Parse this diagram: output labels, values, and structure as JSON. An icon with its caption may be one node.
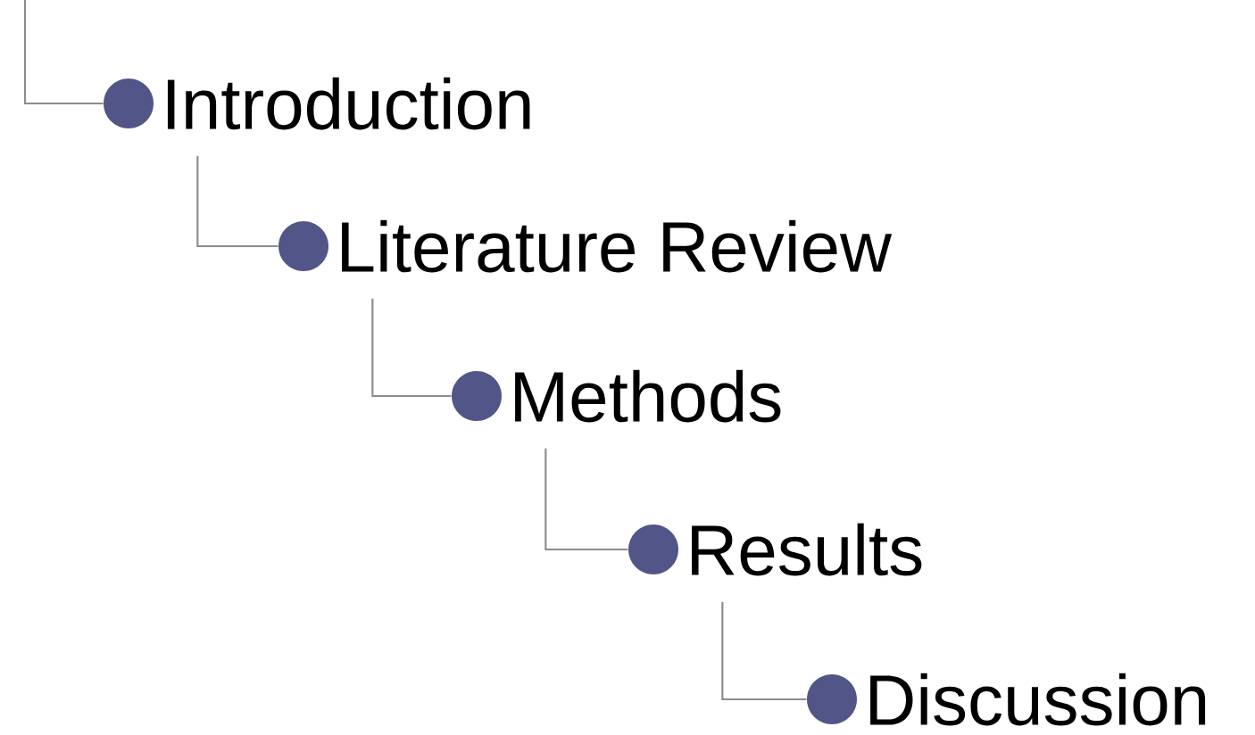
{
  "diagram": {
    "nodes": [
      {
        "text": [
          "Introduction"
        ]
      },
      {
        "text": [
          "Literature Review"
        ]
      },
      {
        "text": [
          "Methods"
        ]
      },
      {
        "text": [
          "Results"
        ]
      },
      {
        "text": [
          "Discussion"
        ]
      }
    ],
    "edges": [
      {
        "from": null,
        "to": 0,
        "arrow": "none"
      },
      {
        "from": 0,
        "to": 1,
        "arrow": "none"
      },
      {
        "from": 1,
        "to": 2,
        "arrow": "none"
      },
      {
        "from": 2,
        "to": 3,
        "arrow": "none"
      },
      {
        "from": 3,
        "to": 4,
        "arrow": "none"
      }
    ]
  }
}
